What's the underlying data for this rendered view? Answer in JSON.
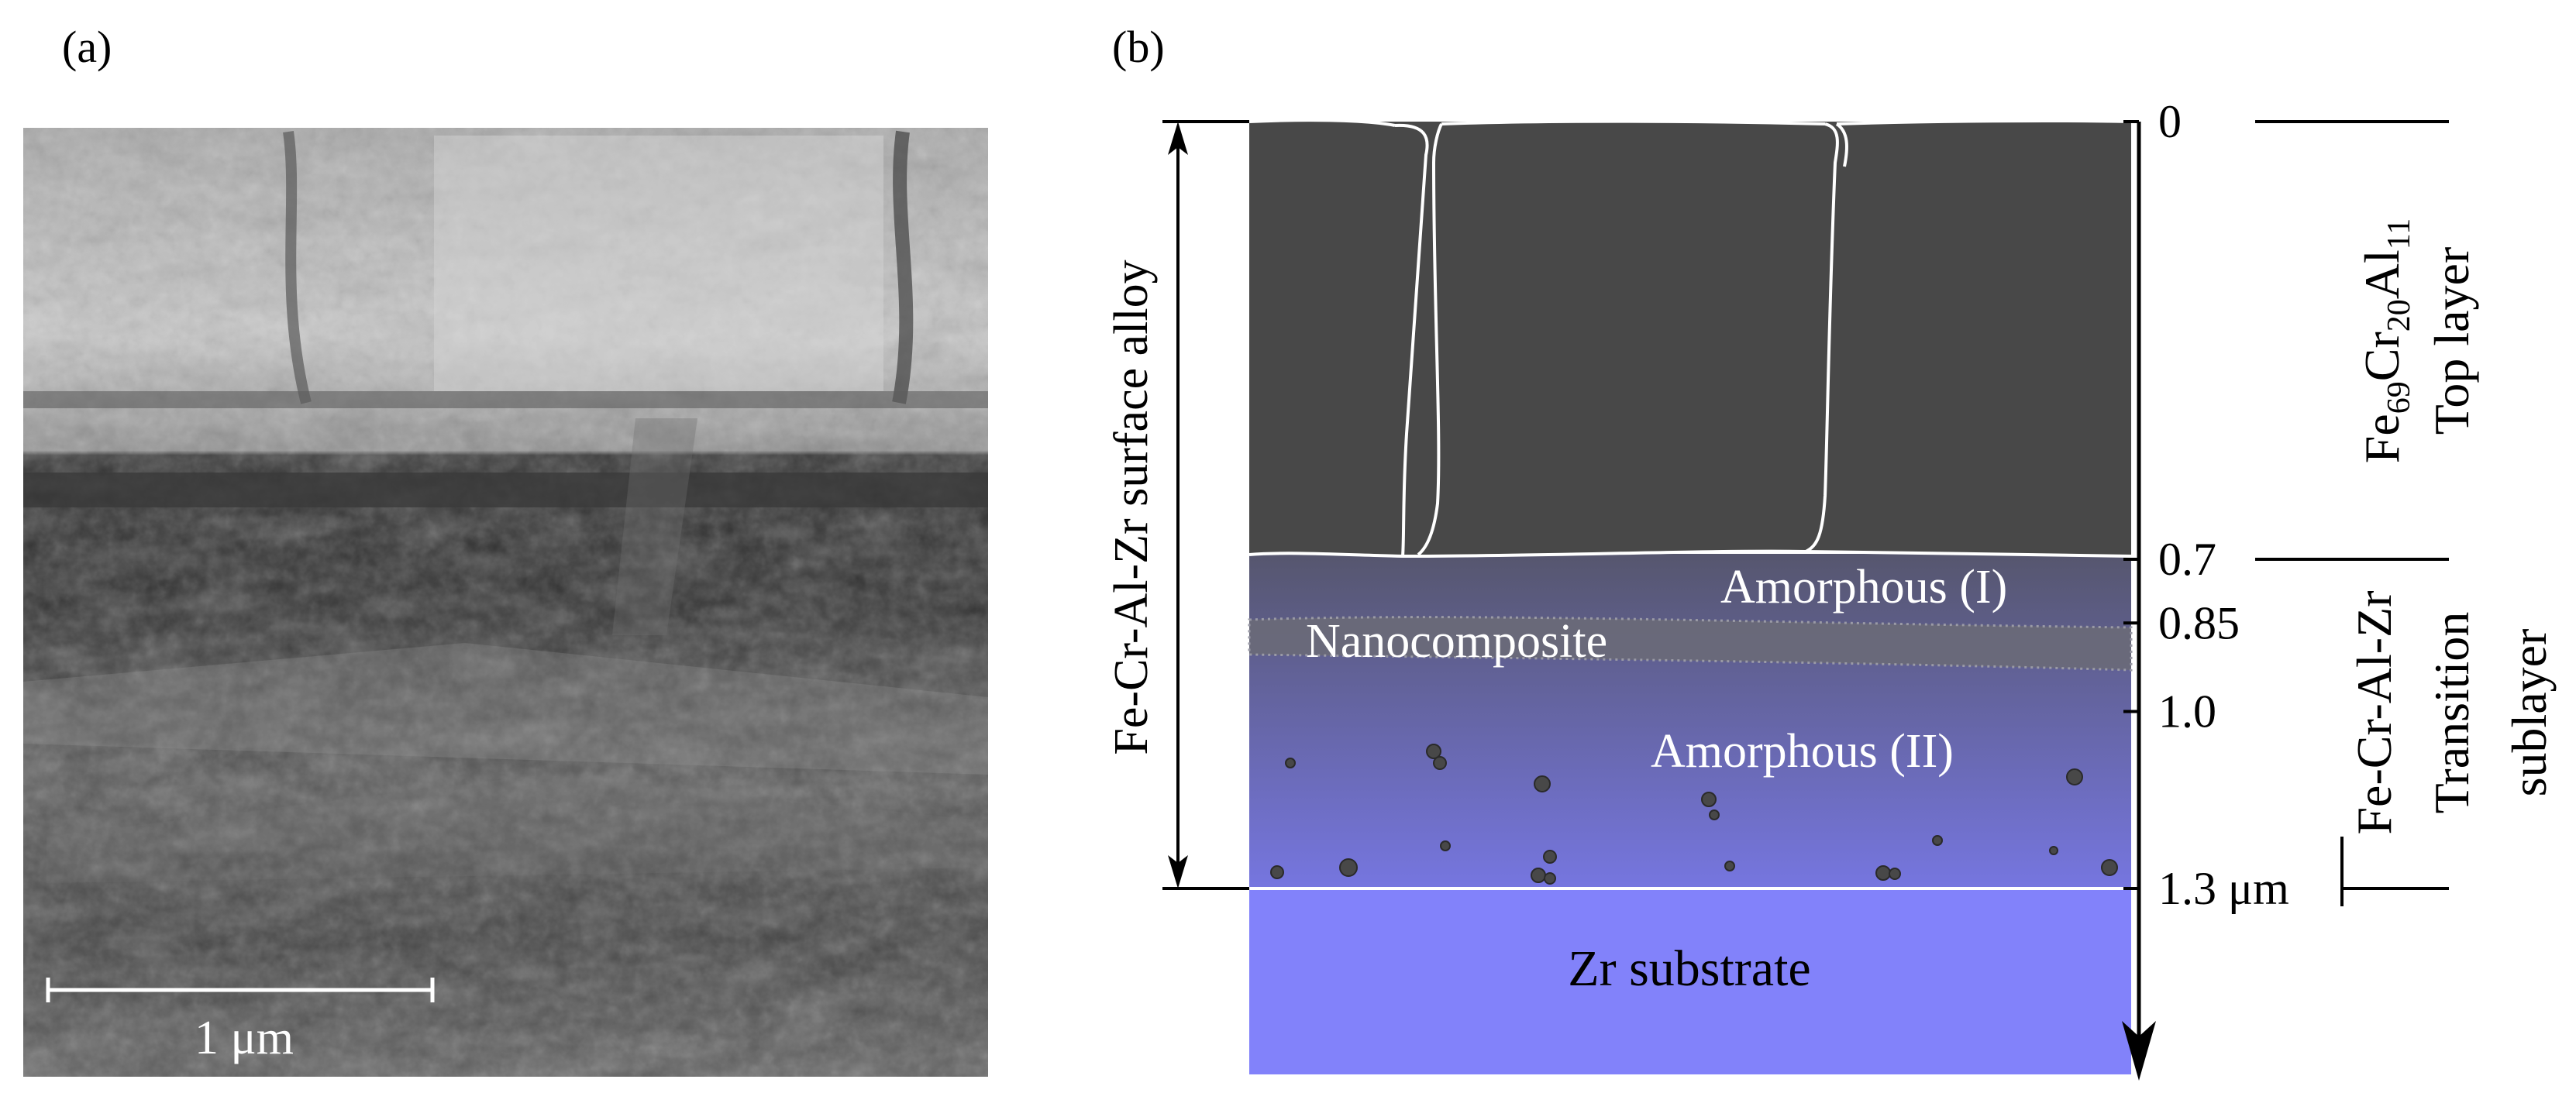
{
  "panel_a": {
    "label": "(a)",
    "scale_bar": "1 μm"
  },
  "panel_b": {
    "label": "(b)",
    "left_bracket_label": "Fe-Cr-Al-Zr surface alloy",
    "zones": {
      "amorphous_1": "Amorphous (I)",
      "nanocomposite": "Nanocomposite",
      "amorphous_2": "Amorphous (II)",
      "substrate": "Zr substrate"
    },
    "depth_ticks": [
      {
        "value": 0,
        "label": "0"
      },
      {
        "value": 0.7,
        "label": "0.7"
      },
      {
        "value": 0.85,
        "label": "0.85"
      },
      {
        "value": 1.0,
        "label": "1.0"
      },
      {
        "value": 1.3,
        "label": "1.3 μm"
      }
    ],
    "top_layer": {
      "formula_parts": [
        {
          "t": "Fe",
          "sub": false
        },
        {
          "t": "69",
          "sub": true
        },
        {
          "t": "Cr",
          "sub": false
        },
        {
          "t": "20",
          "sub": true
        },
        {
          "t": "Al",
          "sub": false
        },
        {
          "t": "11",
          "sub": true
        }
      ],
      "name": "Top layer"
    },
    "transition": {
      "line1": "Fe-Cr-Al-Zr",
      "line2": "Transition",
      "line3": "sublayer"
    },
    "colors": {
      "top_layer": "#484848",
      "amorphous_top": "#56566e",
      "amorphous_bottom": "#7676e0",
      "substrate": "#8282fa",
      "boundary": "#ffffff"
    }
  }
}
